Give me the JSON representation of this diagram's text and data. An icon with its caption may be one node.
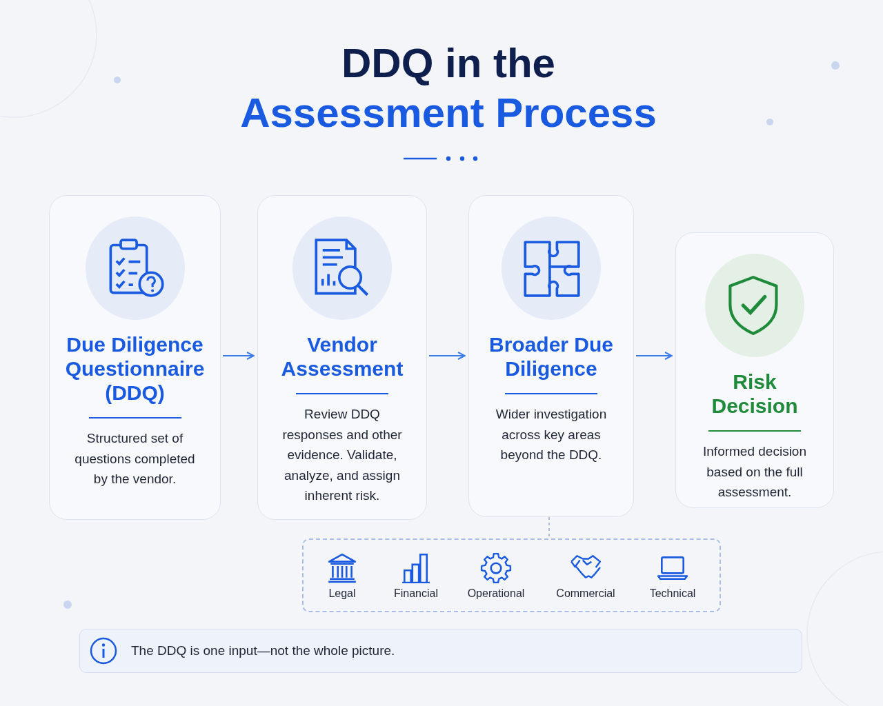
{
  "diagram": {
    "title": "DDQ in the Assessment Process",
    "nodes": [
      {
        "text": [
          "Due Diligence Questionnaire (DDQ)",
          "Structured set of questions completed by the vendor."
        ]
      },
      {
        "text": [
          "Vendor Assessment",
          "Review DDQ responses and other evidence. Validate, analyze, and assign inherent risk."
        ]
      },
      {
        "text": [
          "Broader Due Diligence",
          "Wider investigation across key areas beyond the DDQ."
        ]
      },
      {
        "text": [
          "Risk Decision",
          "Informed decision based on the full assessment."
        ]
      },
      {
        "text": [],
        "shape": "box"
      },
      {
        "text": [
          "The DDQ is one input—not the whole picture."
        ]
      }
    ],
    "edges": [
      {
        "from": 0,
        "to": 1,
        "arrow": "to"
      },
      {
        "from": 1,
        "to": 2,
        "arrow": "to"
      },
      {
        "from": 2,
        "to": 3,
        "arrow": "to"
      },
      {
        "from": 2,
        "to": 4,
        "arrow": "none",
        "style": "dashed",
        "color": "#a9bde6"
      }
    ],
    "labels": [
      "Legal",
      "Financial",
      "Operational",
      "Commercial",
      "Technical"
    ]
  }
}
